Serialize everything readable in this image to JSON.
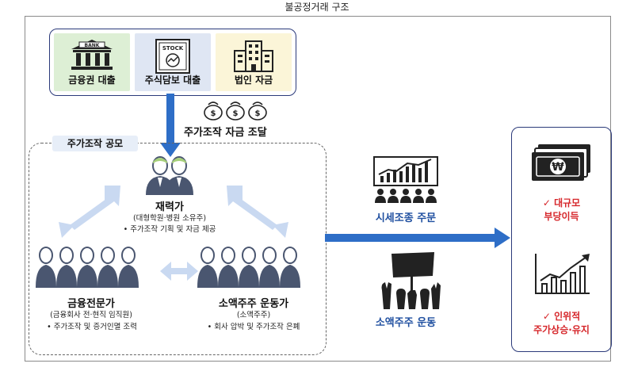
{
  "top_title": "불공정거래 구조",
  "sources": [
    {
      "label": "금융권 대출",
      "icon": "bank-icon",
      "bg": "#ddefd5"
    },
    {
      "label": "주식담보 대출",
      "icon": "stock-certificate-icon",
      "bg": "#dfe6f3"
    },
    {
      "label": "법인 자금",
      "icon": "building-icon",
      "bg": "#fbf5d8"
    }
  ],
  "bank_sign": "BANK",
  "stock_sign": "STOCK",
  "funding_label": "주가조작 자금 조달",
  "conspiracy_tag": "주가조작 공모",
  "financier": {
    "name": "재력가",
    "detail": "(대형학원·병원 소유주)",
    "role": "• 주가조작 기획 및 자금 제공"
  },
  "fin_expert": {
    "name": "금융전문가",
    "detail": "(금융회사 전·현직 임직원)",
    "role": "• 주가조작 및 증거인멸 조력"
  },
  "activist": {
    "name": "소액주주 운동가",
    "detail": "(소액주주)",
    "role": "• 회사 압박 및 주가조작 은폐"
  },
  "market_order_label": "시세조종 주문",
  "shareholder_movement_label": "소액주주 운동",
  "results": [
    {
      "check": "✓",
      "text": "대규모",
      "text2": "부당이득"
    },
    {
      "check": "✓",
      "text": "인위적",
      "text2": "주가상승·유지"
    }
  ],
  "won_symbol": "₩",
  "colors": {
    "navy": "#2b3a7a",
    "blue_arrow": "#2e6ec7",
    "light_arrow": "#c9d9f1",
    "red": "#d6262a",
    "person": "#4a5670"
  }
}
